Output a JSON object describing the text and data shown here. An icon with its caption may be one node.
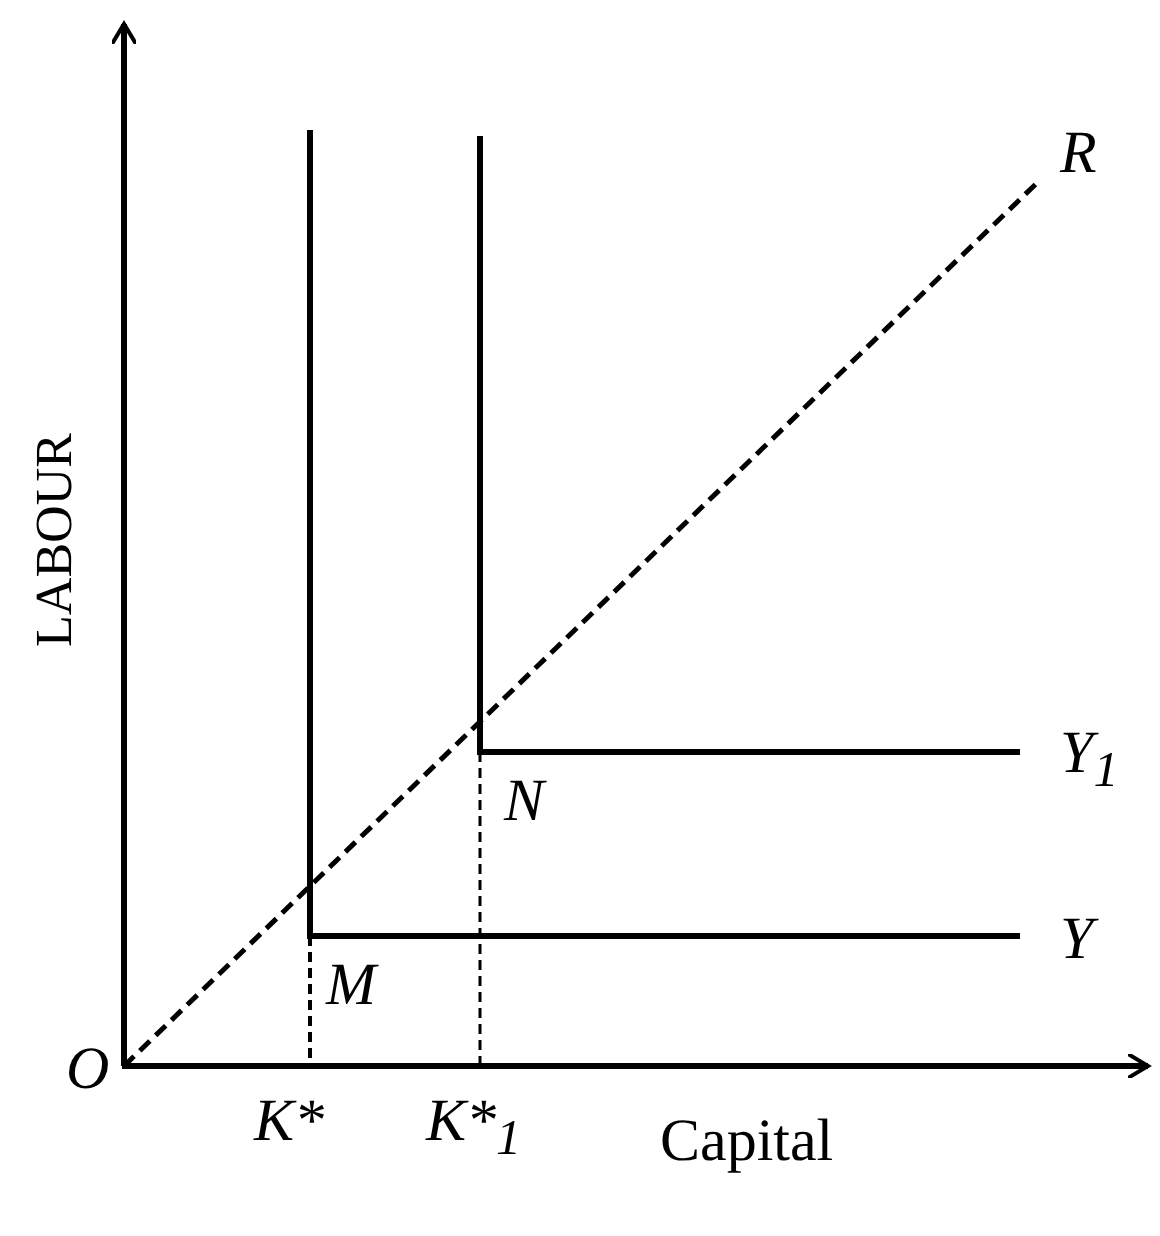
{
  "diagram": {
    "labels": [
      "R",
      "Y$_{1}$",
      "N",
      "Y",
      "M",
      "O",
      "K*",
      "K*$_{1}$",
      "Capital",
      "LABOUR"
    ]
  }
}
